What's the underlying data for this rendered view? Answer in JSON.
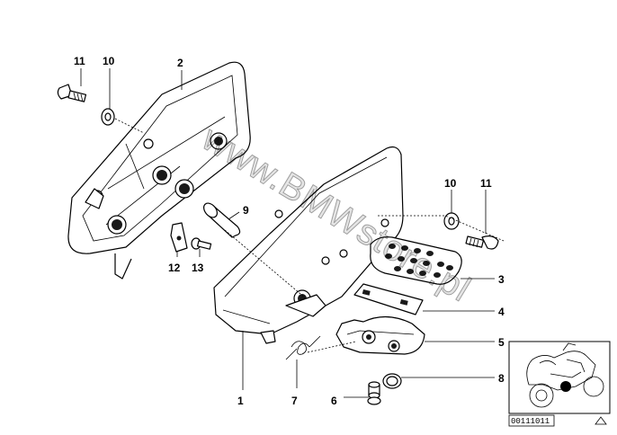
{
  "watermark": "www.BMWstore.pl",
  "diagram_code": "00111011",
  "callouts": {
    "c1": "1",
    "c2": "2",
    "c3": "3",
    "c4": "4",
    "c5": "5",
    "c6": "6",
    "c7": "7",
    "c8": "8",
    "c9": "9",
    "c10a": "10",
    "c10b": "10",
    "c11a": "11",
    "c11b": "11",
    "c12": "12",
    "c13": "13"
  }
}
